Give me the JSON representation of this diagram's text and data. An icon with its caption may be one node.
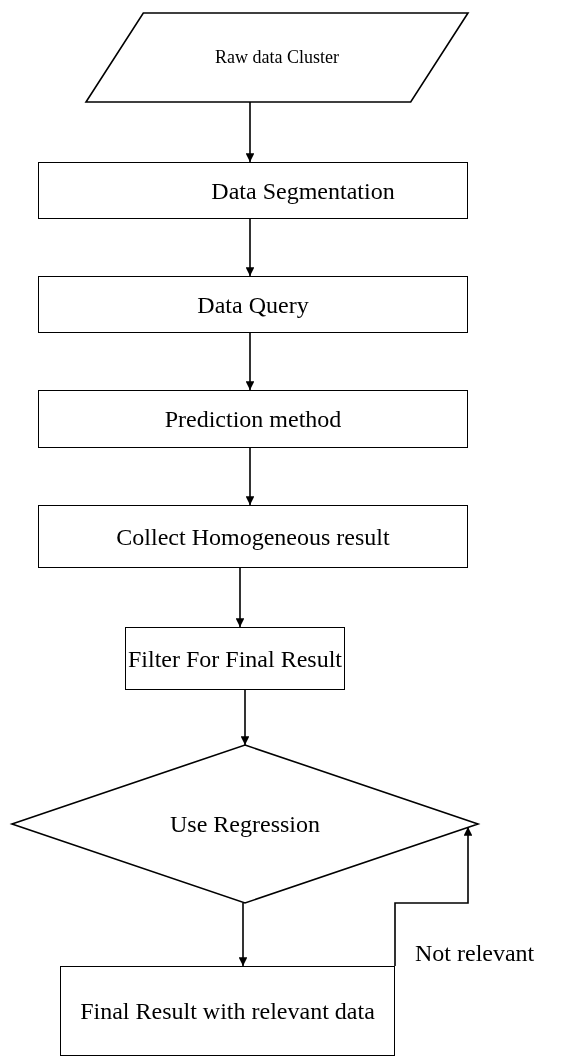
{
  "diagram": {
    "nodes": [
      {
        "text": [
          "Raw data Cluster"
        ]
      },
      {
        "text": [
          "Data Segmentation"
        ]
      },
      {
        "text": [
          "Data Query"
        ]
      },
      {
        "text": [
          "Prediction method"
        ]
      },
      {
        "text": [
          "Collect Homogeneous result"
        ]
      },
      {
        "text": [
          "Filter For Final Result"
        ]
      },
      {
        "text": [
          "Use Regression"
        ]
      },
      {
        "text": [
          "Final Result with relevant data"
        ]
      }
    ],
    "edges": [
      {
        "from": 0,
        "to": 1,
        "arrow": "to"
      },
      {
        "from": 1,
        "to": 2,
        "arrow": "to"
      },
      {
        "from": 2,
        "to": 3,
        "arrow": "to"
      },
      {
        "from": 3,
        "to": 4,
        "arrow": "to"
      },
      {
        "from": 4,
        "to": 5,
        "arrow": "to"
      },
      {
        "from": 5,
        "to": 6,
        "arrow": "to"
      },
      {
        "from": 6,
        "to": 7,
        "arrow": "to"
      },
      {
        "from": 7,
        "to": 6,
        "arrow": "to",
        "label": "Not relevant"
      }
    ]
  }
}
